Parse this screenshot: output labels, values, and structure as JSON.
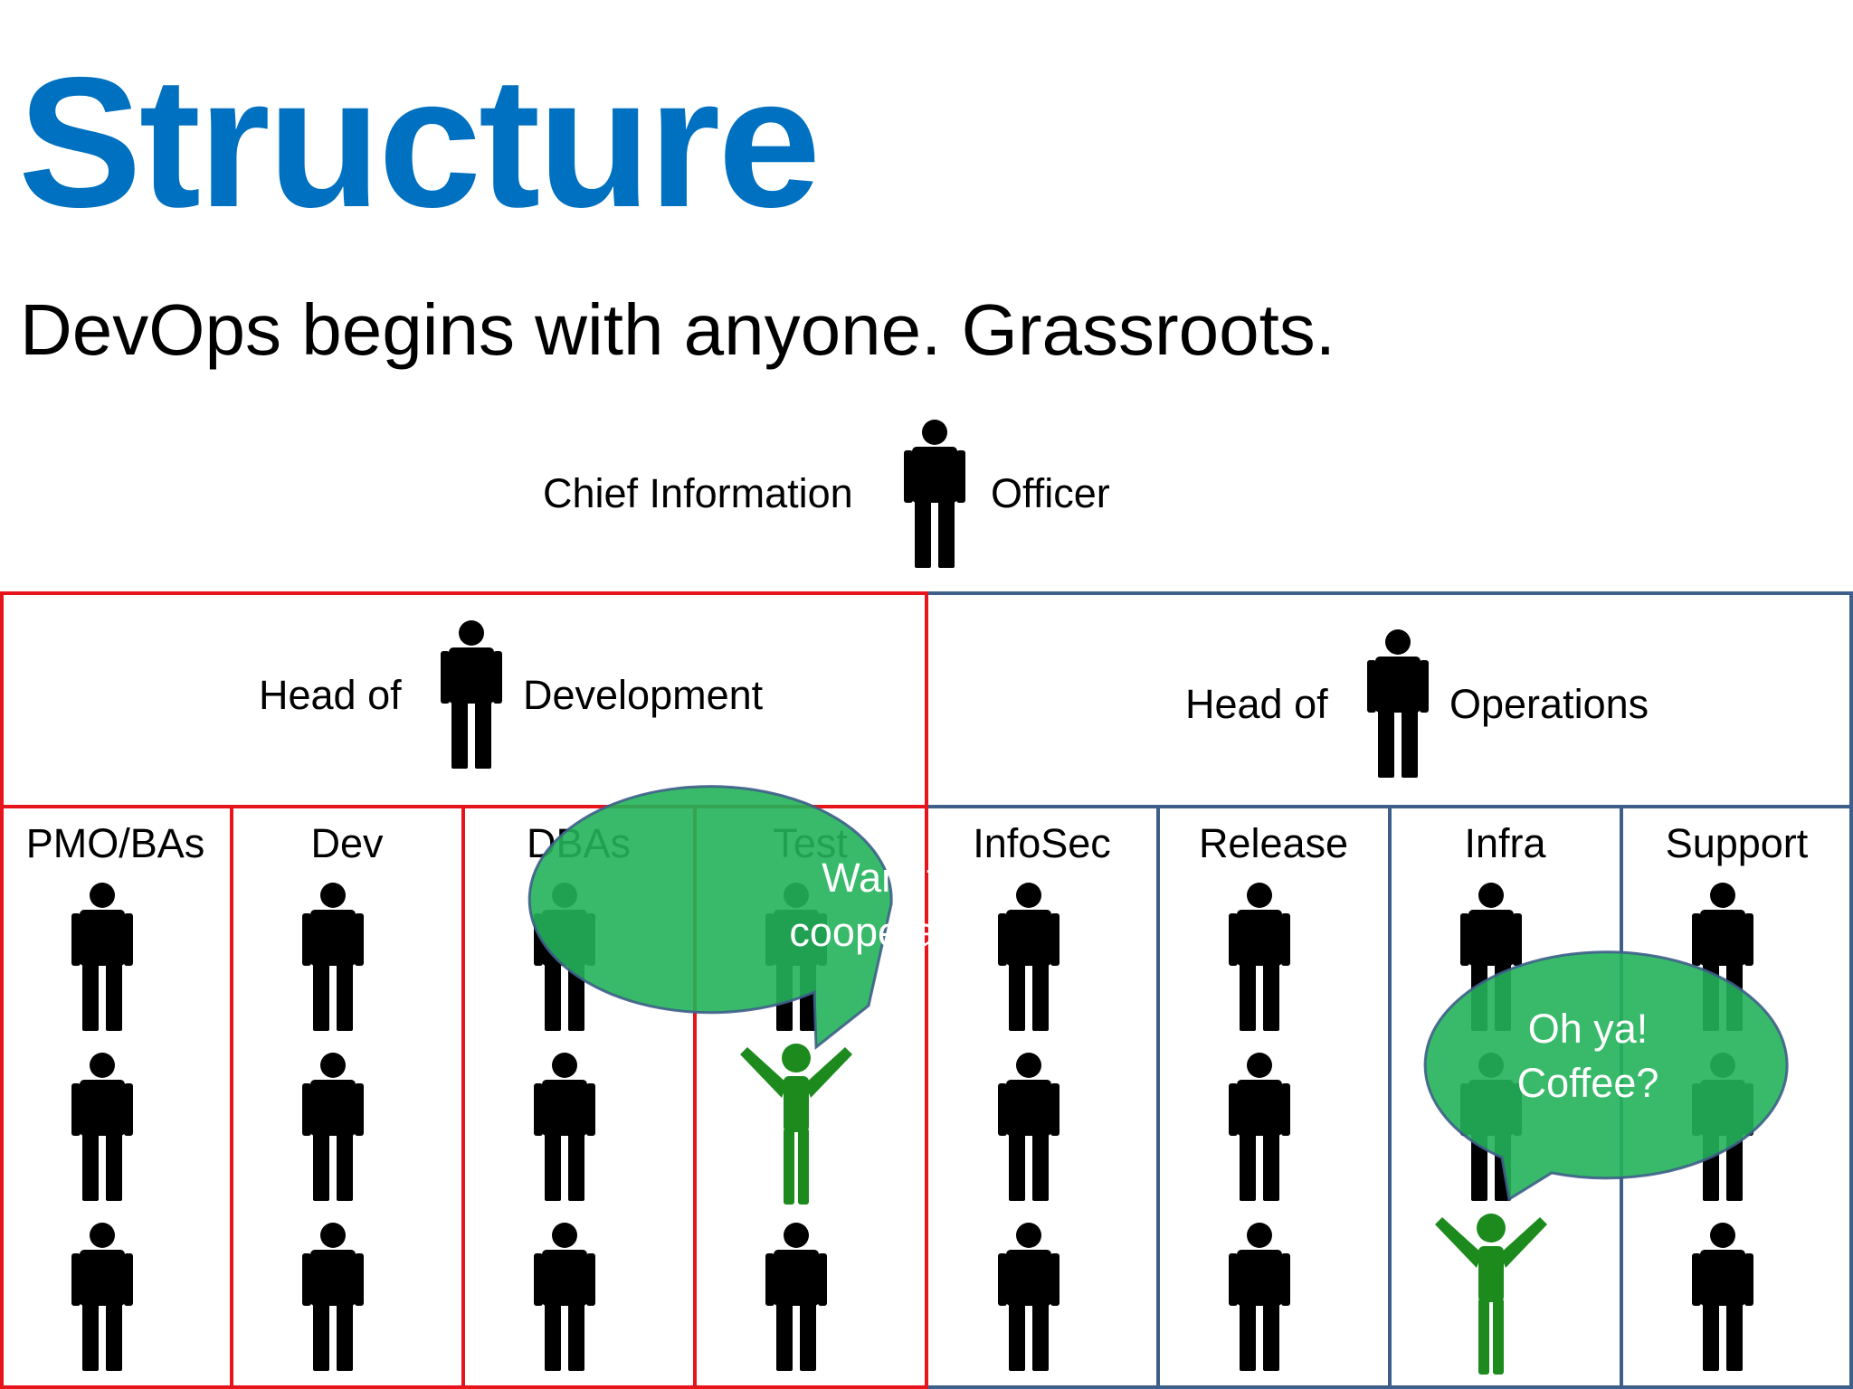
{
  "title": "Structure",
  "subtitle": "DevOps begins with anyone. Grassroots.",
  "colors": {
    "title": "#0070c0",
    "dev_border": "#e8141b",
    "ops_border": "#3e5f8a",
    "person": "#000000",
    "cheering_person": "#1d8a1d",
    "bubble": "#22b35a"
  },
  "cio": {
    "left_label": "Chief Information",
    "right_label": "Officer"
  },
  "head_dev": {
    "left_label": "Head of",
    "right_label": "Development"
  },
  "head_ops": {
    "left_label": "Head of",
    "right_label": "Operations"
  },
  "departments": [
    "PMO/BAs",
    "Dev",
    "DBAs",
    "Test",
    "InfoSec",
    "Release",
    "Infra",
    "Support"
  ],
  "bubbles": {
    "test": {
      "line1": "Want to",
      "line2": "cooperate?"
    },
    "infra": {
      "line1": "Oh ya!",
      "line2": "Coffee?"
    }
  }
}
